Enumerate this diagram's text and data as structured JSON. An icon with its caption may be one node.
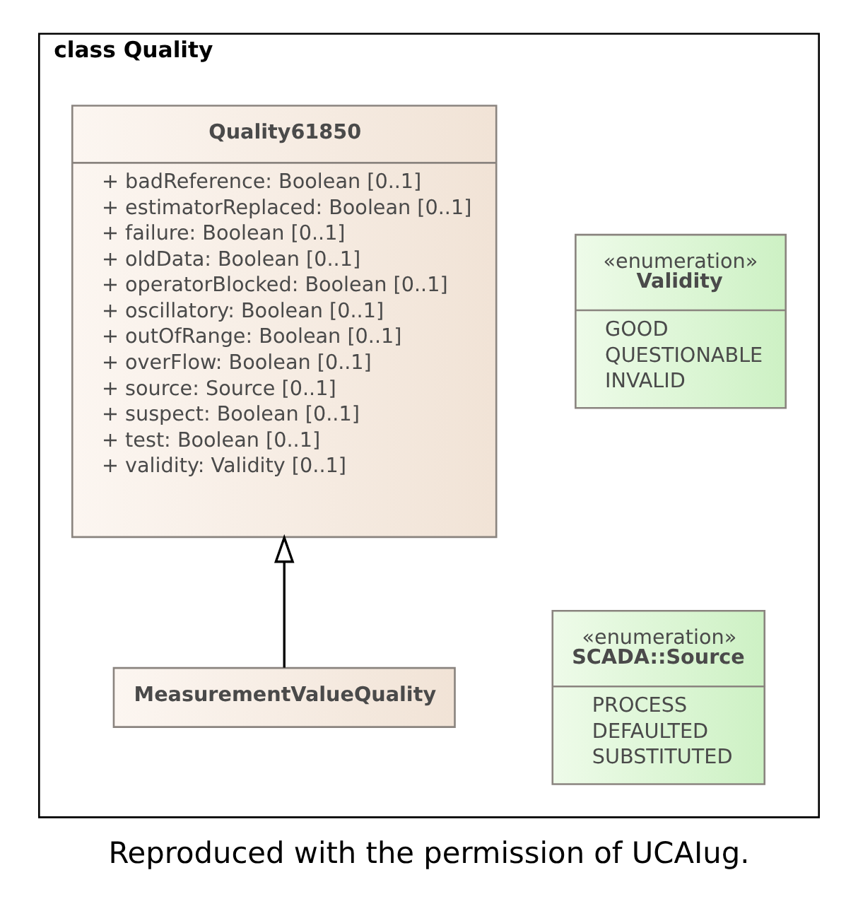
{
  "diagram": {
    "caption": "Reproduced with the permission of UCAIug.",
    "nodes": [
      {
        "text": [
          "class Quality"
        ]
      },
      {
        "text": [
          "Quality61850",
          "+ badReference: Boolean [0..1]",
          "+ estimatorReplaced: Boolean [0..1]",
          "+ failure: Boolean [0..1]",
          "+ oldData: Boolean [0..1]",
          "+ operatorBlocked: Boolean [0..1]",
          "+ oscillatory: Boolean [0..1]",
          "+ outOfRange: Boolean [0..1]",
          "+ overFlow: Boolean [0..1]",
          "+ source: Source [0..1]",
          "+ suspect: Boolean [0..1]",
          "+ test: Boolean [0..1]",
          "+ validity: Validity [0..1]"
        ],
        "in": 0
      },
      {
        "text": [
          "«enumeration»",
          "Validity",
          "GOOD",
          "QUESTIONABLE",
          "INVALID"
        ],
        "in": 0
      },
      {
        "text": [
          "«enumeration»",
          "SCADA::Source",
          "PROCESS",
          "DEFAULTED",
          "SUBSTITUTED"
        ],
        "in": 0
      },
      {
        "text": [
          "MeasurementValueQuality"
        ],
        "in": 0
      }
    ],
    "edges": [
      {
        "from": 4,
        "to": 1,
        "arrow": "to"
      }
    ]
  }
}
